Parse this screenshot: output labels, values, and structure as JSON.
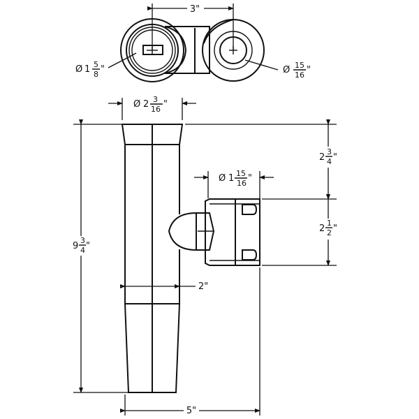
{
  "dimensions": {
    "top_center_spacing": "3\"",
    "large_ring_dia": {
      "symbol": "Ø",
      "whole": "1",
      "num": "5",
      "den": "8",
      "unit": "\""
    },
    "small_ring_dia": {
      "symbol": "Ø",
      "num": "15",
      "den": "16",
      "unit": "\""
    },
    "tube_top_dia": {
      "symbol": "Ø",
      "whole": "2",
      "num": "3",
      "den": "16",
      "unit": "\""
    },
    "clamp_dia": {
      "symbol": "Ø",
      "whole": "1",
      "num": "15",
      "den": "16",
      "unit": "\""
    },
    "overall_height": {
      "whole": "9",
      "num": "3",
      "den": "4",
      "unit": "\""
    },
    "top_offset": {
      "whole": "2",
      "num": "3",
      "den": "4",
      "unit": "\""
    },
    "clamp_height": {
      "whole": "2",
      "num": "1",
      "den": "2",
      "unit": "\""
    },
    "tube_width": "2\"",
    "overall_width": "5\""
  }
}
